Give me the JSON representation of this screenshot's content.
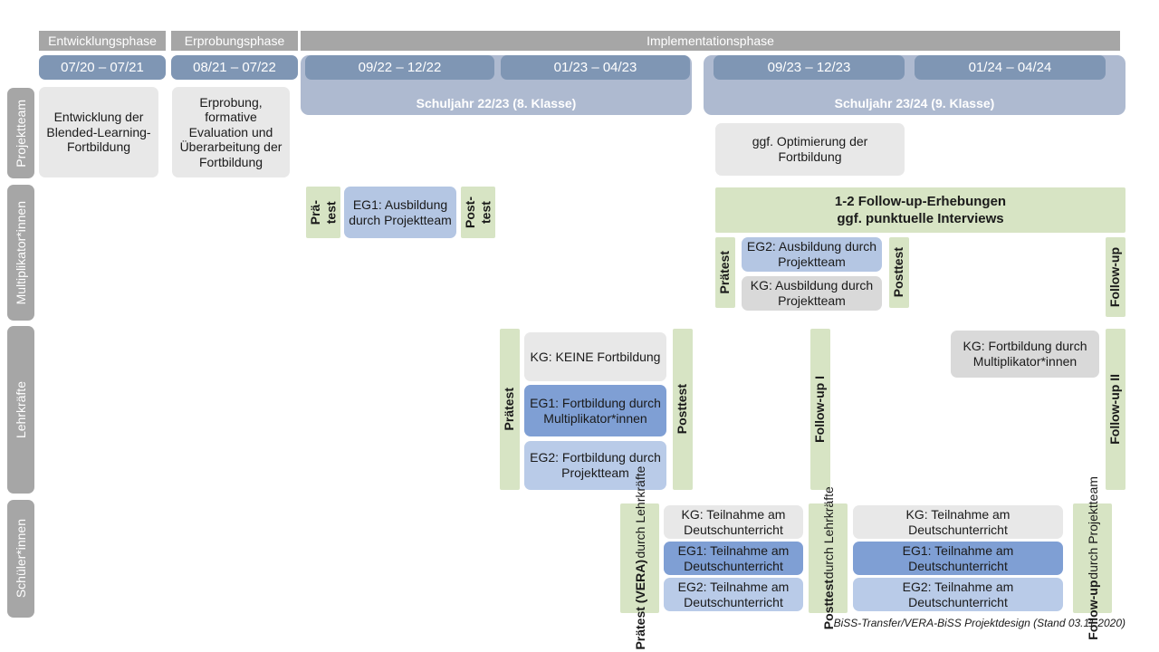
{
  "title": "BiSS-Transfer/VERA-BiSS Projektdesign",
  "colors": {
    "gray_phase": "#a6a6a6",
    "date_chip": "#7f96b4",
    "schuljahr": "#aebad0",
    "green_test": "#d7e4c4",
    "gray_box": "#e8e8e8",
    "gray_box_alt": "#d9d9d9",
    "blue_light": "#b4c6e3",
    "blue_dark": "#7f9fd4",
    "blue_pale": "#b9cbe8"
  },
  "phases": [
    {
      "label": "Entwicklungsphase"
    },
    {
      "label": "Erprobungsphase"
    },
    {
      "label": "Implementationsphase"
    }
  ],
  "periods": [
    {
      "label": "07/20 – 07/21"
    },
    {
      "label": "08/21 – 07/22"
    },
    {
      "label": "09/22 – 12/22"
    },
    {
      "label": "01/23 – 04/23"
    },
    {
      "label": "09/23 – 12/23"
    },
    {
      "label": "01/24 – 04/24"
    }
  ],
  "school_years": [
    {
      "label": "Schuljahr 22/23 (8. Klasse)"
    },
    {
      "label": "Schuljahr 23/24 (9. Klasse)"
    }
  ],
  "roles": [
    {
      "label": "Projektteam"
    },
    {
      "label": "Multiplikator*innen"
    },
    {
      "label": "Lehrkräfte"
    },
    {
      "label": "Schüler*innen"
    }
  ],
  "projektteam": {
    "entwicklung": "Entwicklung der Blended-Learning-Fortbildung",
    "erprobung": "Erprobung, formative Evaluation und Überarbeitung der Fortbildung",
    "optimierung": "ggf. Optimierung der Fortbildung"
  },
  "multiplikatoren": {
    "praetest_short": "Prä-\ntest",
    "posttest_short": "Post-\ntest",
    "eg1": "EG1: Ausbildung durch Projektteam",
    "followup_banner": "1-2 Follow-up-Erhebungen\nggf. punktuelle Interviews",
    "praetest": "Prätest",
    "posttest": "Posttest",
    "eg2": "EG2:  Ausbildung durch Projektteam",
    "kg": "KG: Ausbildung durch Projektteam",
    "followup": "Follow-up"
  },
  "lehrkraefte": {
    "praetest": "Prätest",
    "posttest": "Posttest",
    "kg_keine": "KG:  KEINE Fortbildung",
    "eg1": "EG1: Fortbildung durch Multiplikator*innen",
    "eg2": "EG2: Fortbildung durch Projektteam",
    "followup_1": "Follow-up I",
    "followup_2": "Follow-up II",
    "kg_fortbildung": "KG: Fortbildung durch Multiplikator*innen"
  },
  "schueler": {
    "praetest_bold": "Prätest (VERA)",
    "praetest_sub": "durch Lehrkräfte",
    "posttest_bold": "Posttest",
    "posttest_sub": "durch Lehrkräfte",
    "followup_bold": "Follow-up",
    "followup_sub": "durch Projektteam",
    "kg": "KG: Teilnahme am Deutschunterricht",
    "eg1": "EG1: Teilnahme am Deutschunterricht",
    "eg2": "EG2: Teilnahme am Deutschunterricht"
  },
  "footer": "BiSS-Transfer/VERA-BiSS Projektdesign (Stand 03.11.2020)"
}
